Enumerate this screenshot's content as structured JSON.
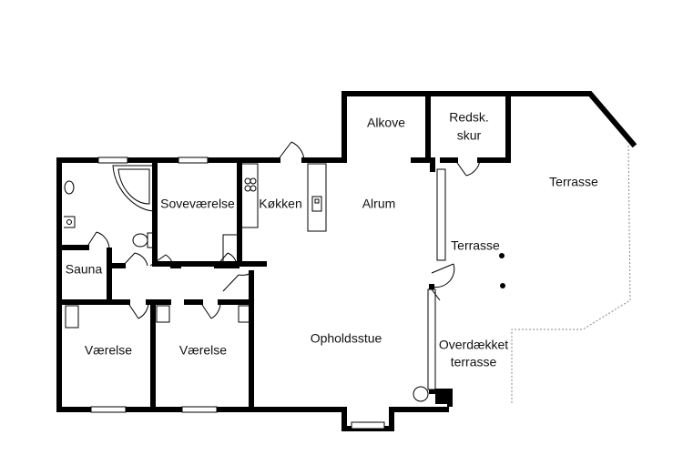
{
  "rooms": {
    "alkove": "Alkove",
    "redsk_line1": "Redsk.",
    "redsk_line2": "skur",
    "terrasse_outer": "Terrasse",
    "sovevaerelse": "Soveværelse",
    "kokken": "Køkken",
    "alrum": "Alrum",
    "terrasse_inner": "Terrasse",
    "sauna": "Sauna",
    "vaerelse_left": "Værelse",
    "vaerelse_right": "Værelse",
    "opholdsstue": "Opholdsstue",
    "overdaekket_line1": "Overdækket",
    "overdaekket_line2": "terrasse"
  }
}
